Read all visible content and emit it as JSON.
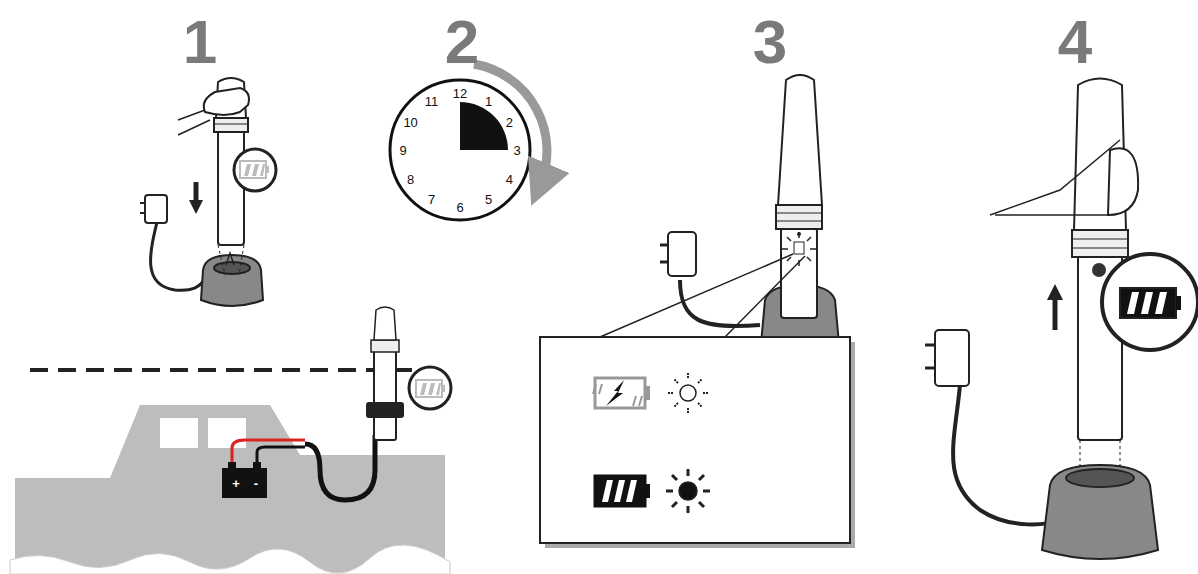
{
  "diagram": {
    "labels": [
      "1",
      "2",
      "3",
      "4",
      "12",
      "1",
      "2",
      "3",
      "4",
      "5",
      "6",
      "7",
      "8",
      "9",
      "10",
      "11",
      "+",
      "-"
    ]
  }
}
